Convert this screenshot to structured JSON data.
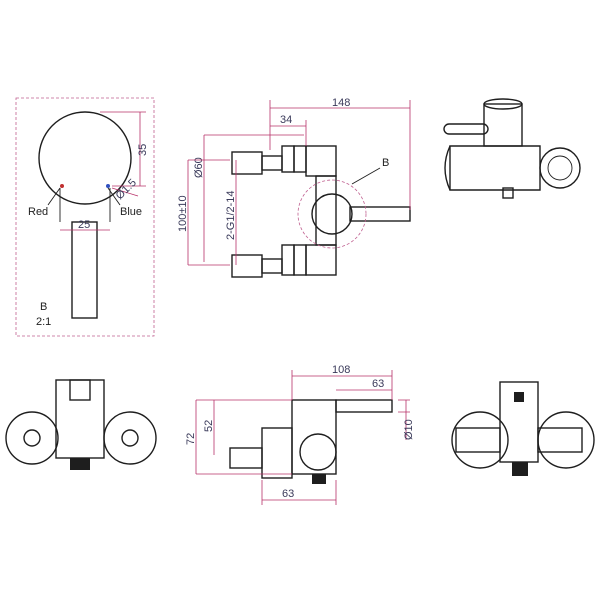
{
  "detail_view": {
    "dim_diameter_60": "35",
    "dim_width": "25",
    "dim_hole": "Ø1.5",
    "label_red": "Red",
    "label_blue": "Blue",
    "detail_name": "B",
    "detail_scale": "2:1"
  },
  "top_view": {
    "dim_overall": "148",
    "dim_inlet": "34",
    "dim_dia": "Ø60",
    "dim_centers": "100±10",
    "dim_thread": "2-G1/2-14",
    "callout": "B"
  },
  "side_view": {
    "dim_108": "108",
    "dim_63_top": "63",
    "dim_72": "72",
    "dim_52": "52",
    "dim_10": "Ø10",
    "dim_63_bottom": "63"
  },
  "colors": {
    "dimension": "#b8326a",
    "outline": "#1e1e1e",
    "dim_text": "#3a3a5a"
  }
}
